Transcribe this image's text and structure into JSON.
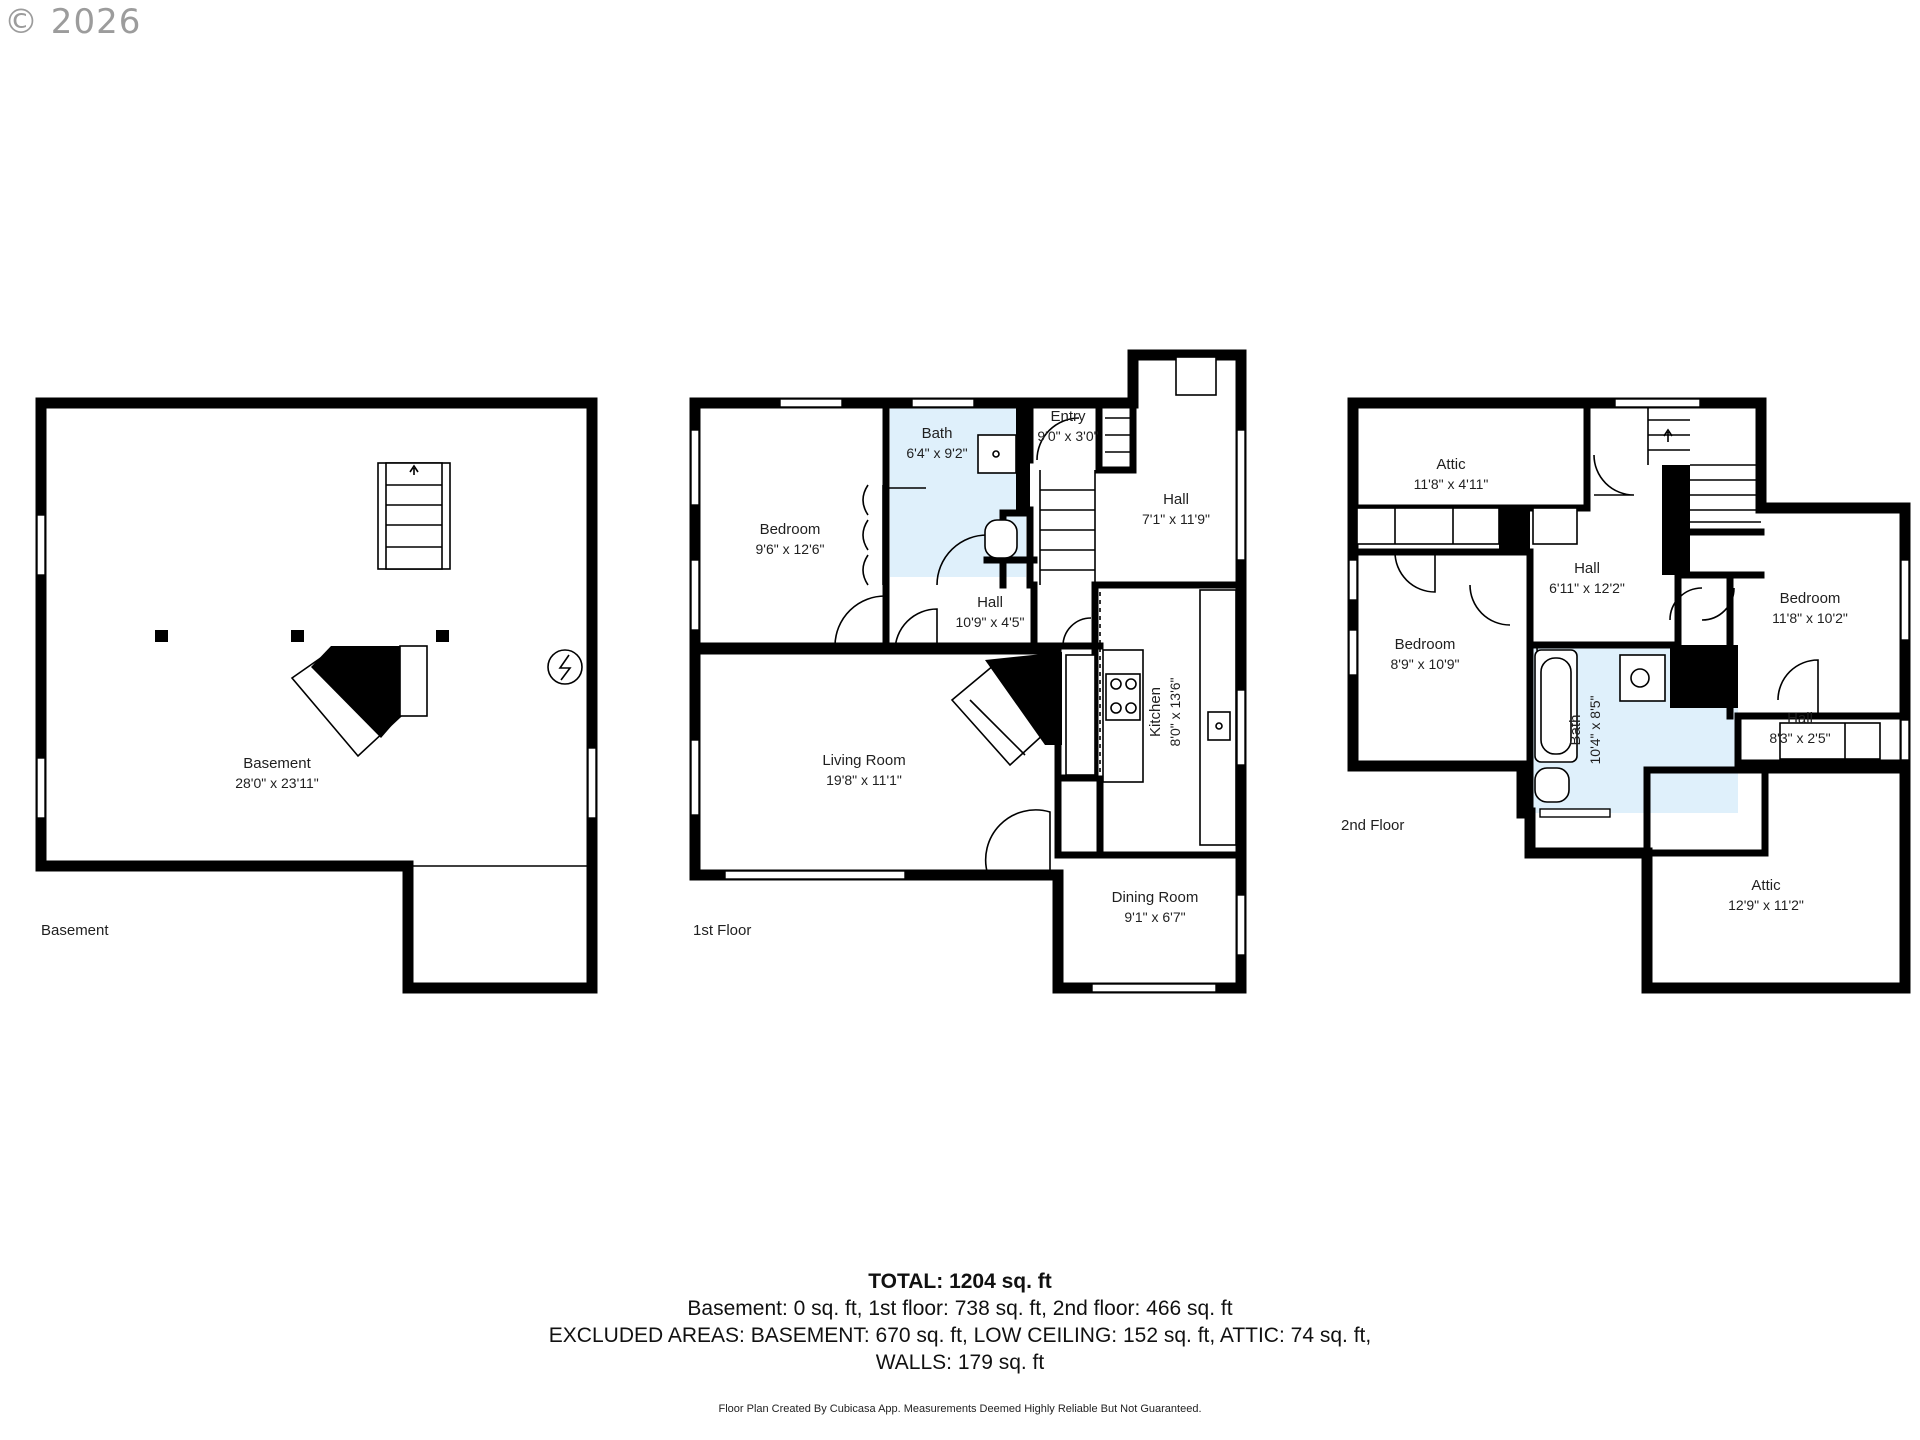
{
  "watermark": {
    "copyright": "© 2026"
  },
  "floors": [
    {
      "name": "Basement",
      "rooms": [
        {
          "name": "Basement",
          "dims": "28'0\" x 23'11\""
        }
      ]
    },
    {
      "name": "1st Floor",
      "rooms": [
        {
          "name": "Bedroom",
          "dims": "9'6\" x 12'6\""
        },
        {
          "name": "Bath",
          "dims": "6'4\" x 9'2\""
        },
        {
          "name": "Entry",
          "dims": "9'0\" x 3'0\""
        },
        {
          "name": "Hall",
          "dims": "7'1\" x 11'9\""
        },
        {
          "name": "Hall",
          "dims": "10'9\" x 4'5\""
        },
        {
          "name": "Kitchen",
          "dims": "8'0\" x 13'6\""
        },
        {
          "name": "Living Room",
          "dims": "19'8\" x 11'1\""
        },
        {
          "name": "Dining Room",
          "dims": "9'1\" x 6'7\""
        }
      ]
    },
    {
      "name": "2nd Floor",
      "rooms": [
        {
          "name": "Attic",
          "dims": "11'8\" x 4'11\""
        },
        {
          "name": "Hall",
          "dims": "6'11\" x 12'2\""
        },
        {
          "name": "Bedroom",
          "dims": "8'9\" x 10'9\""
        },
        {
          "name": "Bedroom",
          "dims": "11'8\" x 10'2\""
        },
        {
          "name": "Bath",
          "dims": "10'4\" x 8'5\""
        },
        {
          "name": "Hall",
          "dims": "8'3\" x 2'5\""
        },
        {
          "name": "Attic",
          "dims": "12'9\" x 11'2\""
        }
      ]
    }
  ],
  "summary": {
    "total": "TOTAL: 1204 sq. ft",
    "floors_line": "Basement: 0 sq. ft, 1st floor: 738 sq. ft, 2nd floor: 466 sq. ft",
    "excluded_line": "EXCLUDED AREAS: BASEMENT: 670 sq. ft, LOW CEILING: 152 sq. ft, ATTIC: 74 sq. ft,",
    "walls_line": "WALLS: 179 sq. ft"
  },
  "disclaimer": "Floor Plan Created By Cubicasa App. Measurements Deemed Highly Reliable But Not Guaranteed."
}
